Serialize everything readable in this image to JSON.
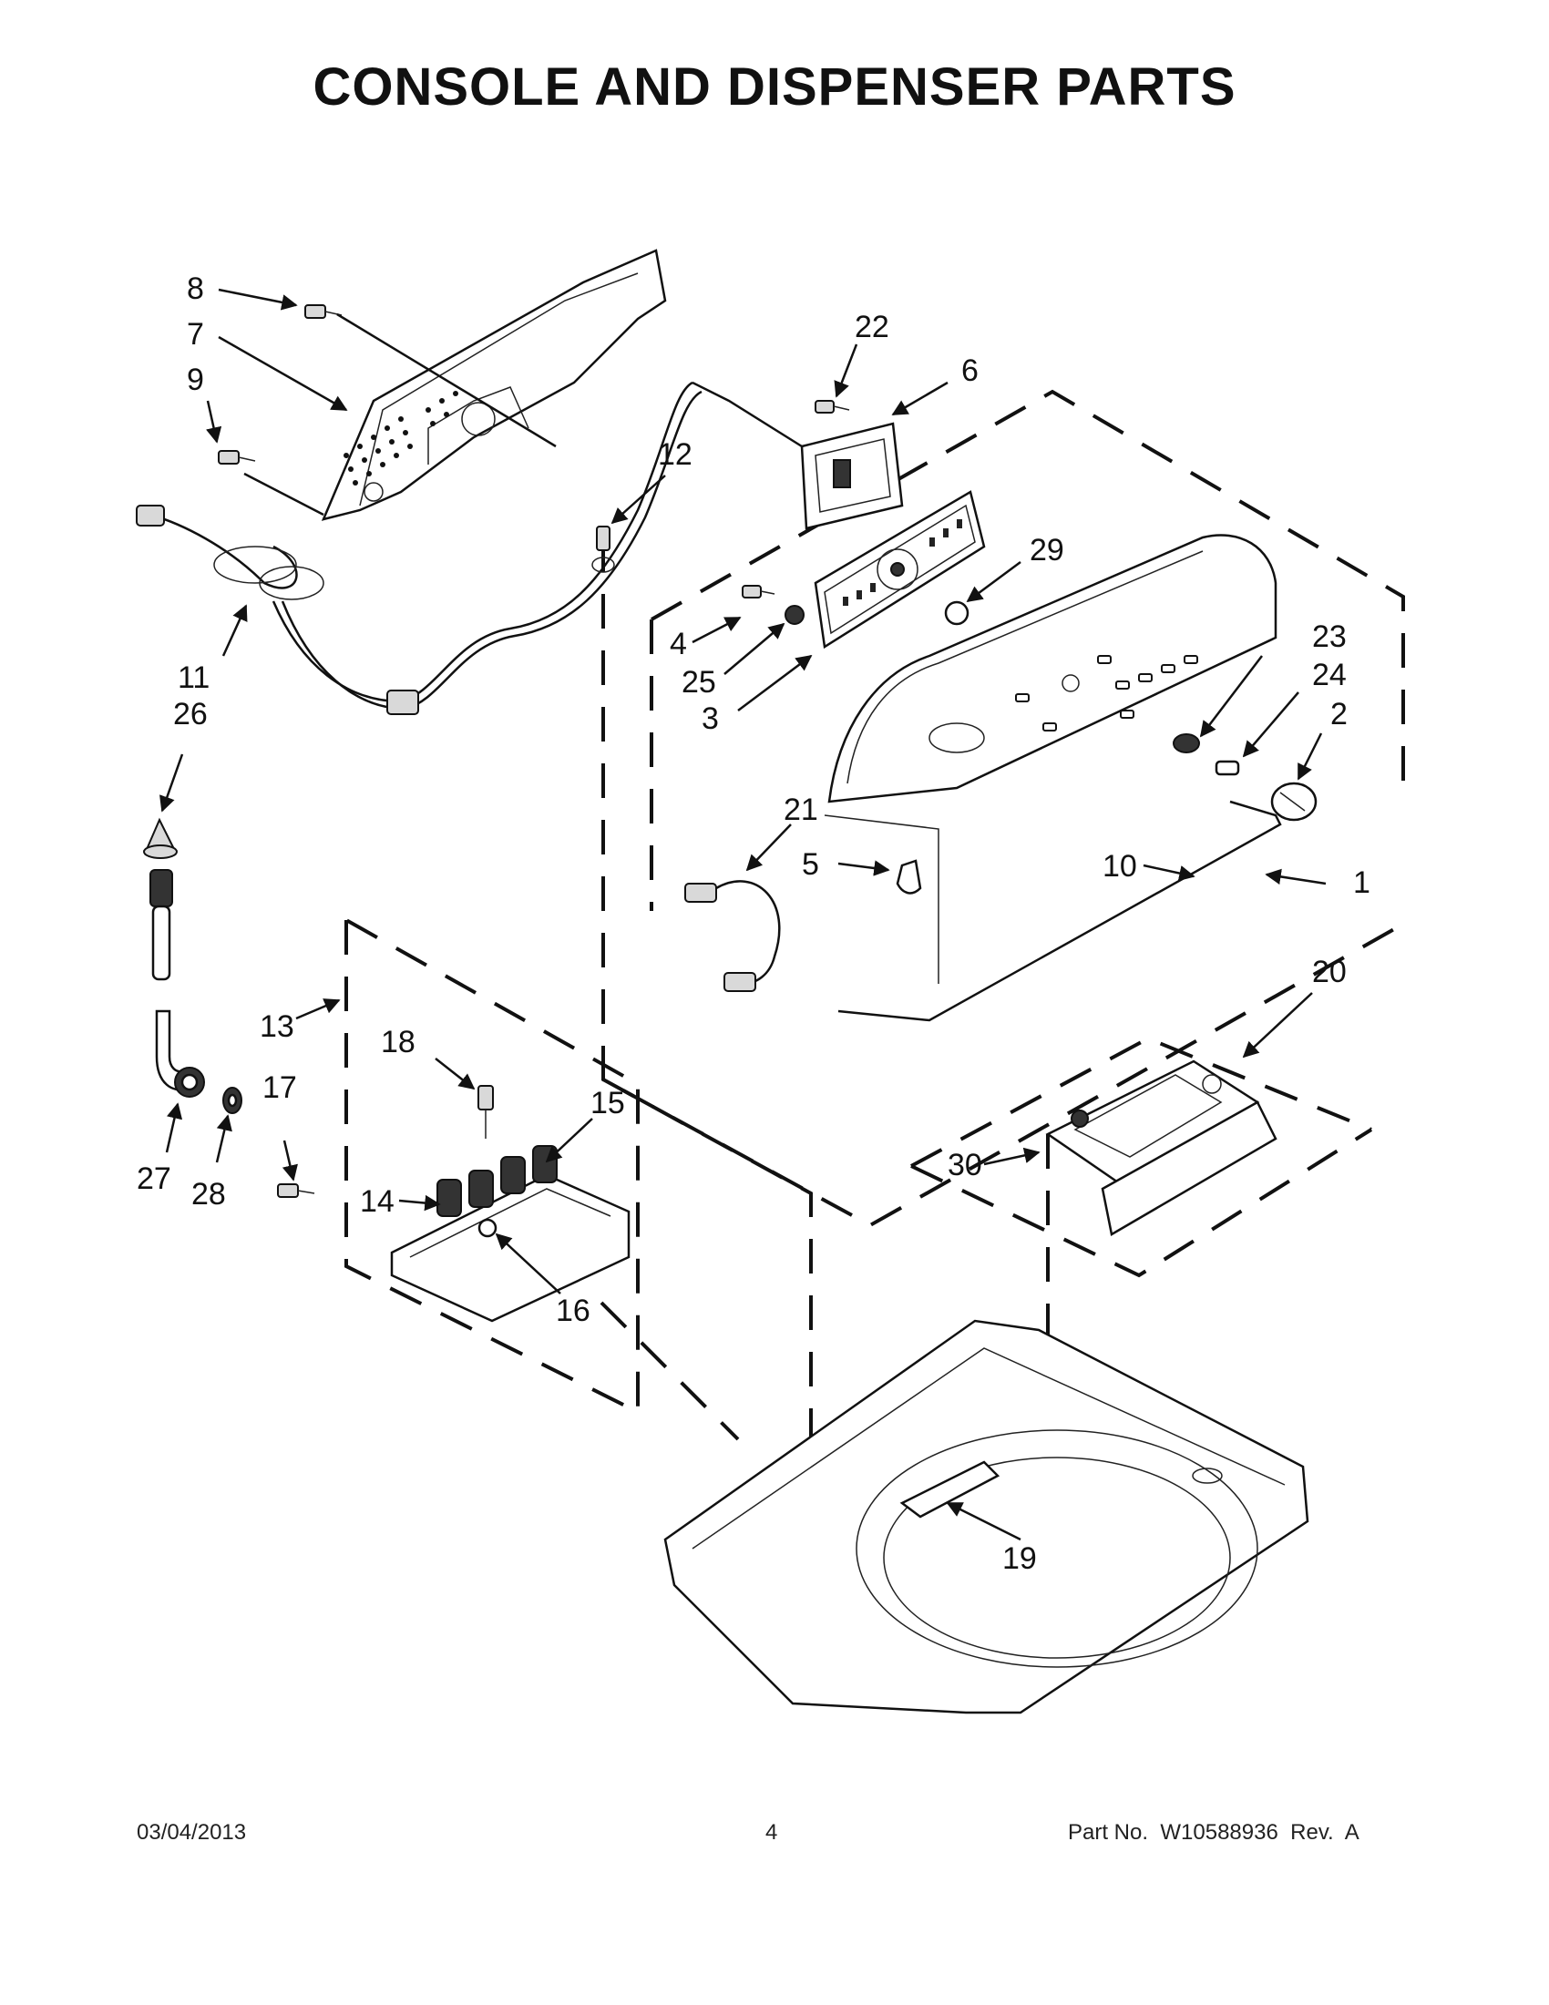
{
  "title": "CONSOLE AND DISPENSER PARTS",
  "footer": {
    "date": "03/04/2013",
    "page": "4",
    "part_number": "Part No.  W10588936  Rev.  A"
  },
  "callouts": [
    "1",
    "2",
    "3",
    "4",
    "5",
    "6",
    "7",
    "8",
    "9",
    "10",
    "11",
    "12",
    "13",
    "14",
    "15",
    "16",
    "17",
    "18",
    "19",
    "20",
    "21",
    "22",
    "23",
    "24",
    "25",
    "26",
    "27",
    "28",
    "29",
    "30"
  ]
}
